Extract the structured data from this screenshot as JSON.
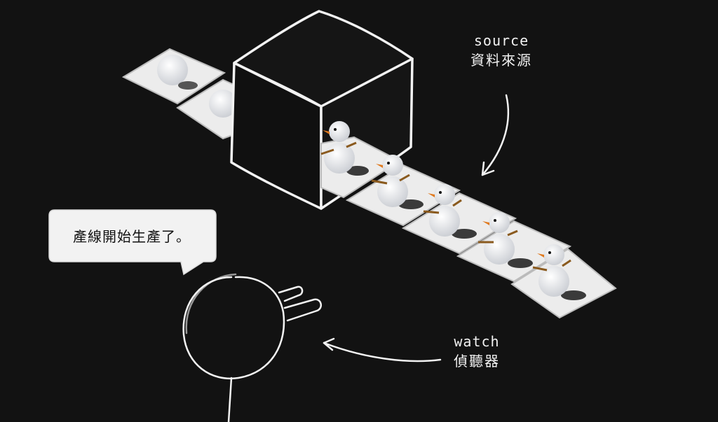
{
  "source": {
    "en": "source",
    "zh": "資料來源"
  },
  "watch": {
    "en": "watch",
    "zh": "偵聽器"
  },
  "speech_bubble": {
    "text": "產線開始生產了。"
  },
  "colors": {
    "background": "#121212",
    "line": "#f2f2f2",
    "tray": "#ececec",
    "snowman": "#e9ebee",
    "carrot": "#e07a1f",
    "twig": "#8a5a1e"
  }
}
